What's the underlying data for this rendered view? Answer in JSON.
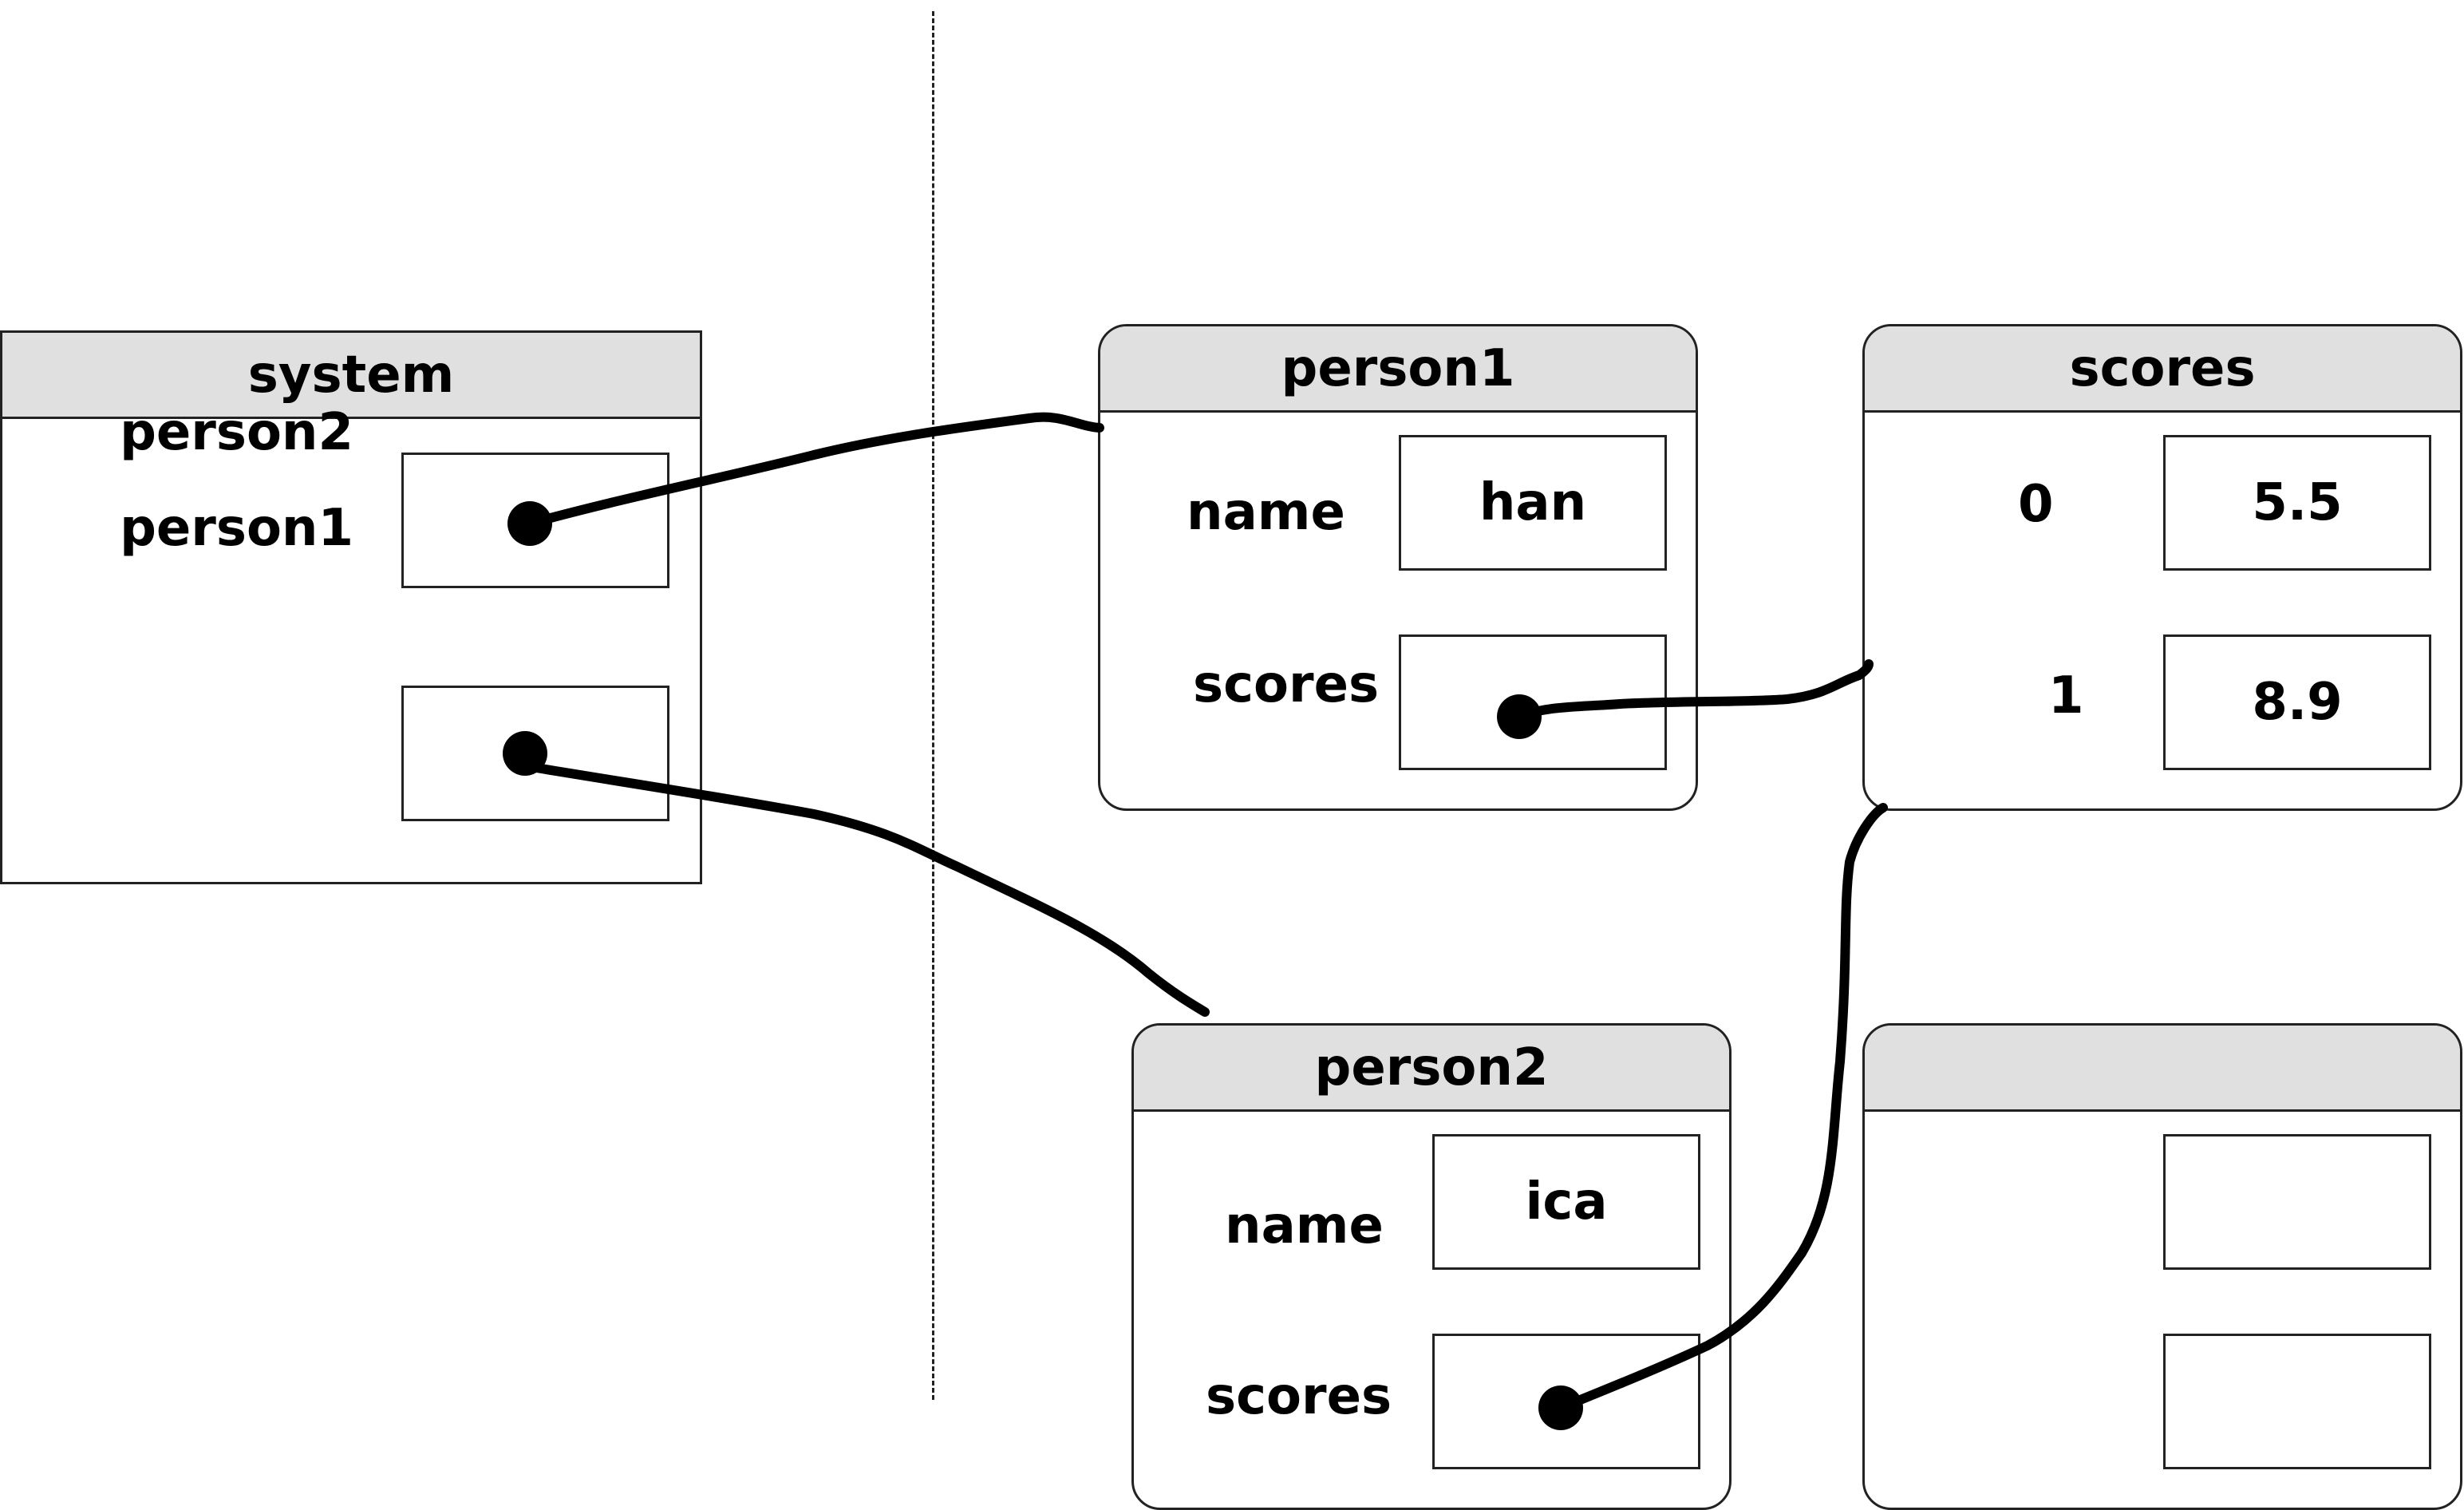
{
  "frames": {
    "system": {
      "title": "system",
      "vars": [
        {
          "label": "person1"
        },
        {
          "label": "person2"
        }
      ]
    },
    "person1": {
      "title": "person1",
      "vars": [
        {
          "label": "name",
          "value": "han"
        },
        {
          "label": "scores"
        }
      ]
    },
    "scores": {
      "title": "scores",
      "vars": [
        {
          "label": "0",
          "value": "5.5"
        },
        {
          "label": "1",
          "value": "8.9"
        }
      ]
    },
    "person2": {
      "title": "person2",
      "vars": [
        {
          "label": "name",
          "value": "ica"
        },
        {
          "label": "scores"
        }
      ]
    },
    "empty_array": {
      "title": ""
    }
  },
  "colors": {
    "header": "#e0e0e0",
    "line": "#000000"
  }
}
